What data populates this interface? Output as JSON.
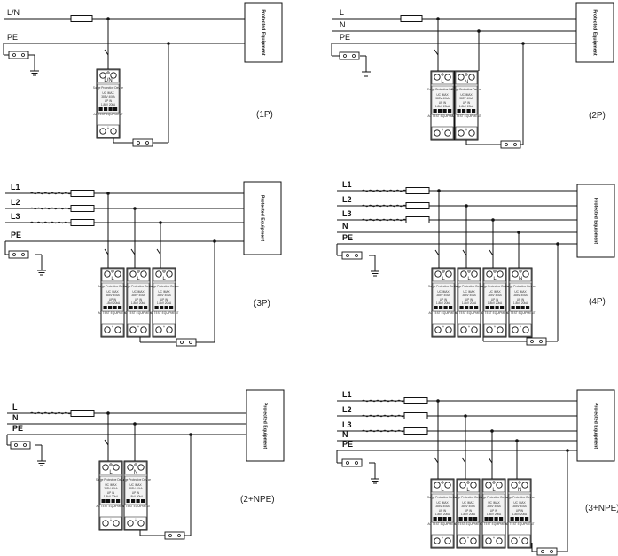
{
  "equipment_label": "Protected Equipment",
  "module_texts": {
    "header": "Surge Protective Device",
    "line1": "UC   IMAX",
    "line2": "385V  40kA",
    "line3": "UP   IN",
    "line4": "1.8kV  20kA",
    "footer": "AC TEST EQUIPMENT"
  },
  "panels": [
    {
      "caption": "(1P)",
      "lines": [
        "L/N",
        "PE"
      ],
      "modules": [
        "L/N"
      ]
    },
    {
      "caption": "(2P)",
      "lines": [
        "L",
        "N",
        "PE"
      ],
      "modules": [
        "L",
        "N"
      ]
    },
    {
      "caption": "(3P)",
      "lines": [
        "L1",
        "L2",
        "L3",
        "PE"
      ],
      "modules": [
        "L",
        "L",
        "L"
      ]
    },
    {
      "caption": "(4P)",
      "lines": [
        "L1",
        "L2",
        "L3",
        "N",
        "PE"
      ],
      "modules": [
        "L",
        "L",
        "L",
        "N"
      ]
    },
    {
      "caption": "(2+NPE)",
      "lines": [
        "L",
        "N",
        "PE"
      ],
      "modules": [
        "L",
        "N"
      ]
    },
    {
      "caption": "(3+NPE)",
      "lines": [
        "L1",
        "L2",
        "L3",
        "N",
        "PE"
      ],
      "modules": [
        "L",
        "L",
        "L",
        "N"
      ]
    }
  ]
}
